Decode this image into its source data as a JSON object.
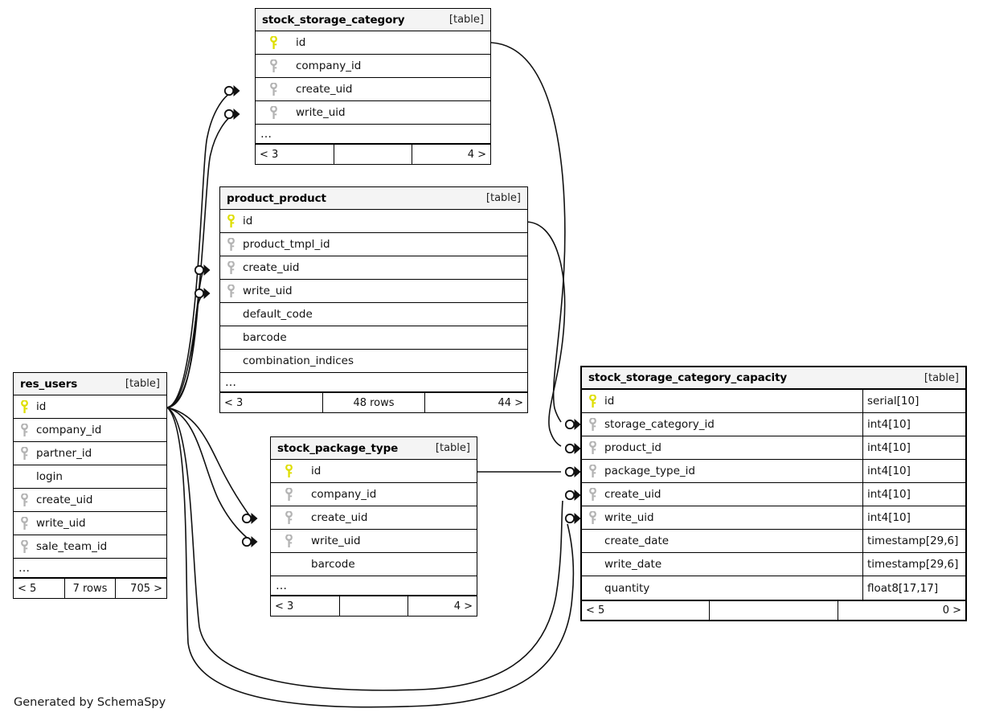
{
  "diagram": {
    "generator_text": "Generated by SchemaSpy",
    "table_tag": "[table]",
    "ellipsis": "…",
    "colors": {
      "pk_key": "#dede00",
      "fk_key": "#b3b3b3",
      "header_bg": "#f4f4f4",
      "border": "#000000",
      "edge": "#1a1a1a",
      "background": "#ffffff"
    }
  },
  "tables": [
    {
      "id": "stock_storage_category",
      "name": "stock_storage_category",
      "tag": "[table]",
      "columns": [
        {
          "name": "id",
          "key": "pk",
          "type": ""
        },
        {
          "name": "company_id",
          "key": "fk",
          "type": ""
        },
        {
          "name": "create_uid",
          "key": "fk",
          "type": ""
        },
        {
          "name": "write_uid",
          "key": "fk",
          "type": ""
        }
      ],
      "has_ellipsis": true,
      "footer": {
        "left": "< 3",
        "middle": "",
        "right": "4 >"
      }
    },
    {
      "id": "product_product",
      "name": "product_product",
      "tag": "[table]",
      "columns": [
        {
          "name": "id",
          "key": "pk",
          "type": ""
        },
        {
          "name": "product_tmpl_id",
          "key": "fk",
          "type": ""
        },
        {
          "name": "create_uid",
          "key": "fk",
          "type": ""
        },
        {
          "name": "write_uid",
          "key": "fk",
          "type": ""
        },
        {
          "name": "default_code",
          "key": "none",
          "type": ""
        },
        {
          "name": "barcode",
          "key": "none",
          "type": ""
        },
        {
          "name": "combination_indices",
          "key": "none",
          "type": ""
        }
      ],
      "has_ellipsis": true,
      "footer": {
        "left": "< 3",
        "middle": "48 rows",
        "right": "44 >"
      }
    },
    {
      "id": "res_users",
      "name": "res_users",
      "tag": "[table]",
      "columns": [
        {
          "name": "id",
          "key": "pk",
          "type": ""
        },
        {
          "name": "company_id",
          "key": "fk",
          "type": ""
        },
        {
          "name": "partner_id",
          "key": "fk",
          "type": ""
        },
        {
          "name": "login",
          "key": "none",
          "type": ""
        },
        {
          "name": "create_uid",
          "key": "fk",
          "type": ""
        },
        {
          "name": "write_uid",
          "key": "fk",
          "type": ""
        },
        {
          "name": "sale_team_id",
          "key": "fk",
          "type": ""
        }
      ],
      "has_ellipsis": true,
      "footer": {
        "left": "< 5",
        "middle": "7 rows",
        "right": "705 >"
      }
    },
    {
      "id": "stock_package_type",
      "name": "stock_package_type",
      "tag": "[table]",
      "columns": [
        {
          "name": "id",
          "key": "pk",
          "type": ""
        },
        {
          "name": "company_id",
          "key": "fk",
          "type": ""
        },
        {
          "name": "create_uid",
          "key": "fk",
          "type": ""
        },
        {
          "name": "write_uid",
          "key": "fk",
          "type": ""
        },
        {
          "name": "barcode",
          "key": "none",
          "type": ""
        }
      ],
      "has_ellipsis": true,
      "footer": {
        "left": "< 3",
        "middle": "",
        "right": "4 >"
      }
    },
    {
      "id": "stock_storage_category_capacity",
      "name": "stock_storage_category_capacity",
      "tag": "[table]",
      "main": true,
      "columns": [
        {
          "name": "id",
          "key": "pk",
          "type": "serial[10]"
        },
        {
          "name": "storage_category_id",
          "key": "fk",
          "type": "int4[10]"
        },
        {
          "name": "product_id",
          "key": "fk",
          "type": "int4[10]"
        },
        {
          "name": "package_type_id",
          "key": "fk",
          "type": "int4[10]"
        },
        {
          "name": "create_uid",
          "key": "fk",
          "type": "int4[10]"
        },
        {
          "name": "write_uid",
          "key": "fk",
          "type": "int4[10]"
        },
        {
          "name": "create_date",
          "key": "none",
          "type": "timestamp[29,6]"
        },
        {
          "name": "write_date",
          "key": "none",
          "type": "timestamp[29,6]"
        },
        {
          "name": "quantity",
          "key": "none",
          "type": "float8[17,17]"
        }
      ],
      "has_ellipsis": false,
      "footer": {
        "left": "< 5",
        "middle": "",
        "right": "0 >"
      }
    }
  ],
  "relationships": [
    {
      "from": "res_users.id",
      "to": "stock_storage_category.create_uid"
    },
    {
      "from": "res_users.id",
      "to": "stock_storage_category.write_uid"
    },
    {
      "from": "res_users.id",
      "to": "product_product.create_uid"
    },
    {
      "from": "res_users.id",
      "to": "product_product.write_uid"
    },
    {
      "from": "res_users.id",
      "to": "stock_package_type.create_uid"
    },
    {
      "from": "res_users.id",
      "to": "stock_package_type.write_uid"
    },
    {
      "from": "res_users.id",
      "to": "stock_storage_category_capacity.create_uid"
    },
    {
      "from": "res_users.id",
      "to": "stock_storage_category_capacity.write_uid"
    },
    {
      "from": "stock_storage_category.id",
      "to": "stock_storage_category_capacity.storage_category_id"
    },
    {
      "from": "product_product.id",
      "to": "stock_storage_category_capacity.product_id"
    },
    {
      "from": "stock_package_type.id",
      "to": "stock_storage_category_capacity.package_type_id"
    }
  ]
}
